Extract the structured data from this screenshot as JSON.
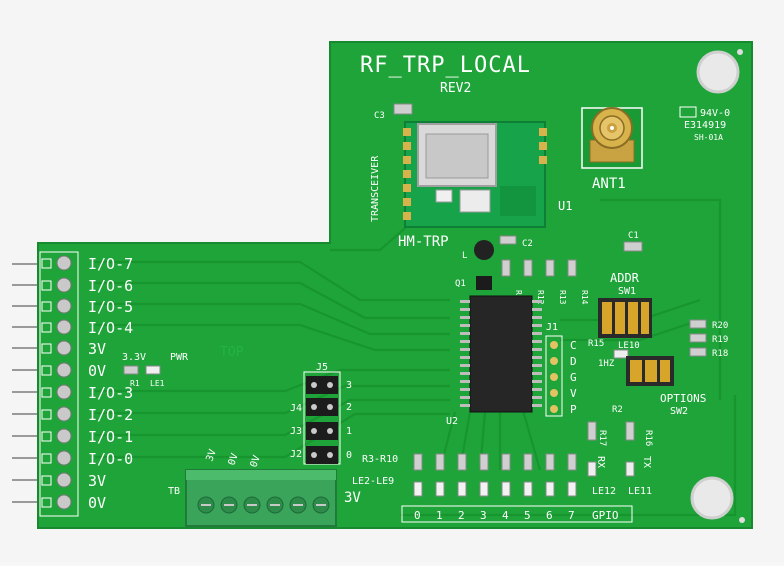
{
  "board": {
    "title": "RF_TRP_LOCAL",
    "revision": "REV2",
    "ul_mark": "94V-0",
    "ul_file": "E314919",
    "ul_code": "SH-01A"
  },
  "colors": {
    "pcb": "#1fa43a",
    "pcb_dark": "#138a2c",
    "silk": "#ffffff",
    "gold": "#d8b24a",
    "terminal": "#3aa55a"
  },
  "module": {
    "name": "HM-TRP",
    "side_label": "TRANSCEIVER",
    "ref": "U1",
    "cap": "C3"
  },
  "antenna": {
    "ref": "ANT1"
  },
  "io_labels": [
    "I/O-7",
    "I/O-6",
    "I/O-5",
    "I/O-4",
    "3V",
    "0V",
    "I/O-3",
    "I/O-2",
    "I/O-1",
    "I/O-0",
    "3V",
    "0V"
  ],
  "power": {
    "voltage": "3.3V",
    "pwr": "PWR",
    "r1": "R1",
    "le1": "LE1"
  },
  "top_label": "TOP",
  "jumpers": {
    "j5": "J5",
    "j4": "J4",
    "j3": "J3",
    "j2": "J2",
    "n3": "3",
    "n2": "2",
    "n1": "1",
    "n0": "0"
  },
  "refs": {
    "c2": "C2",
    "c1": "C1",
    "l": "L",
    "q1": "Q1",
    "r11": "R11",
    "r12": "R12",
    "r13": "R13",
    "r14": "R14",
    "u2": "U2",
    "j1": "J1",
    "r15": "R15",
    "r16": "R16",
    "r17": "R17",
    "r2": "R2",
    "r18": "R18",
    "r19": "R19",
    "r20": "R20",
    "le10": "LE10",
    "le11": "LE11",
    "le12": "LE12",
    "tb": "TB"
  },
  "addr": {
    "label": "ADDR",
    "sw": "SW1"
  },
  "options": {
    "label": "OPTIONS",
    "sw": "SW2",
    "freq": "1HZ"
  },
  "j1_pins": [
    "C",
    "D",
    "G",
    "V",
    "P"
  ],
  "serial": {
    "rx": "RX",
    "tx": "TX"
  },
  "led_bank": {
    "range": "R3-R10",
    "leds": "LE2-LE9",
    "supply": "3V"
  },
  "gpio": {
    "label": "GPIO",
    "numbers": [
      "0",
      "1",
      "2",
      "3",
      "4",
      "5",
      "6",
      "7"
    ]
  },
  "terminal_labels": [
    "3V",
    "0V",
    "0V"
  ]
}
